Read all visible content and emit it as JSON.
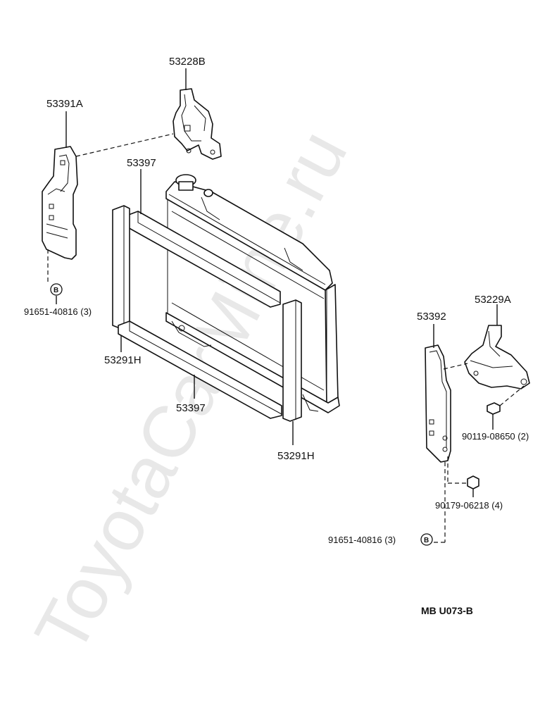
{
  "watermark": "ToyotaCarMine.ru",
  "reference_code": "MB  U073-B",
  "ref_marker": "B",
  "parts": {
    "bracket_top": "53228B",
    "bracket_left": "53391A",
    "seal_upper": "53397",
    "seal_lower": "53397",
    "seal_side_left": "53291H",
    "seal_side_right": "53291H",
    "bracket_right": "53392",
    "bracket_right_top": "53229A",
    "bolt_right": "90119-08650 (2)",
    "clip_right": "90179-06218 (4)",
    "rivet_left": "91651-40816 (3)",
    "rivet_right": "91651-40816 (3)"
  }
}
